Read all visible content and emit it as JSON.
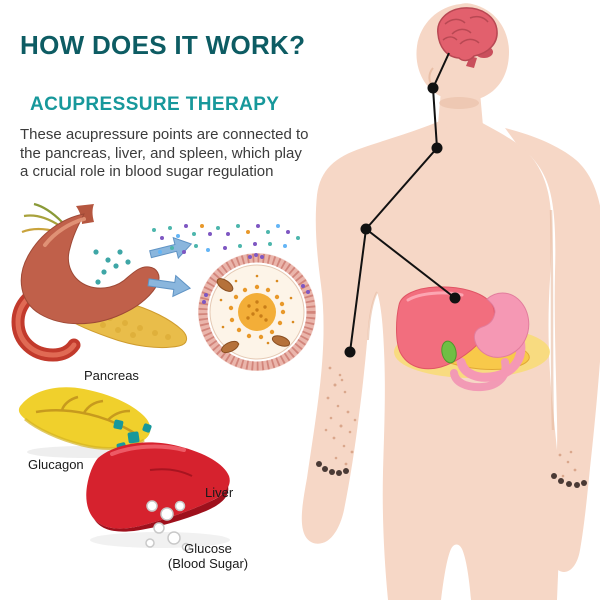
{
  "title": "HOW DOES IT WORK?",
  "subtitle": "ACUPRESSURE THERAPY",
  "description": "These acupressure points are connected to the pancreas, liver, and spleen, which play a crucial role in blood sugar regulation",
  "labels": {
    "pancreas": "Pancreas",
    "glucagon": "Glucagon",
    "liver": "Liver",
    "glucose": "Glucose",
    "glucose_sub": "(Blood Sugar)"
  },
  "colors": {
    "title": "#0d5c63",
    "subtitle": "#17989b",
    "text": "#3b3b3b",
    "label": "#1a1a1a",
    "skin": "#f6d7c6",
    "skin_shade": "#e6b99f",
    "meridian": "#111111",
    "brain": "#e2606d",
    "organ_liver": "#f26e7e",
    "organ_stomach": "#f598b4",
    "organ_pancreas": "#f8c94a",
    "left_liver": "#d6222e",
    "left_pancreas": "#f0d02c",
    "glucagon_dot": "#17989b",
    "arrow_blue": "#8ab6dd",
    "cell_membrane": "#eab5ab"
  }
}
